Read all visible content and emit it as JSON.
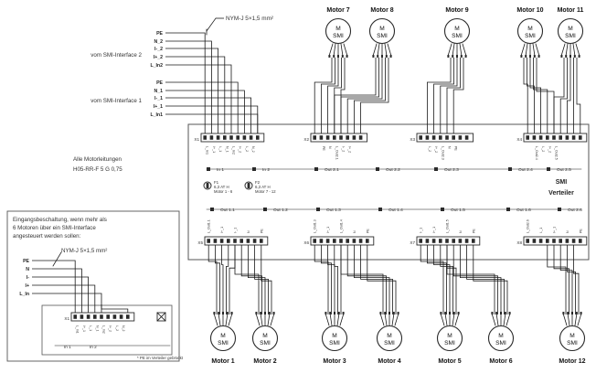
{
  "cable_spec_top": "NYM-J 5×1,5 mm²",
  "cable_spec_inset": "NYM-J 5×1,5 mm²",
  "interface2": {
    "label": "vom SMI-Interface 2",
    "wires": [
      "PE",
      "N_2",
      "I-_2",
      "I+_2",
      "L_In2"
    ]
  },
  "interface1": {
    "label": "vom SMI-Interface 1",
    "wires": [
      "PE",
      "N_1",
      "I-_1",
      "I+_1",
      "L_In1"
    ]
  },
  "motor_cable_note": [
    "Alle Motorleitungen",
    "H05-RR-F 5 G 0,75"
  ],
  "distributor": {
    "title_line1": "SMI",
    "title_line2": "Verteiler",
    "fuse1": {
      "name": "F1",
      "rating": "6,3 AT H",
      "scope": "Motor 1 - 6"
    },
    "fuse2": {
      "name": "F2",
      "rating": "6,3 AT H",
      "scope": "Motor 7 - 12"
    },
    "top_blocks": [
      {
        "id": "X1",
        "pins": [
          "L_In1",
          "I+_1",
          "I-_1",
          "N_1",
          "L_In2",
          "I+_2",
          "I-_2",
          "N_2"
        ]
      },
      {
        "id": "X2",
        "pins": [
          "PE",
          "N",
          "L_Out2.1",
          "I-_2",
          "I+_2"
        ]
      },
      {
        "id": "X3",
        "pins": [
          "I-_2",
          "I+_2",
          "L_Out2.3",
          "N",
          "PE"
        ]
      },
      {
        "id": "X4",
        "pins": [
          "L_Out2.4",
          "I-_2",
          "I+_2",
          "L_Out2.5"
        ]
      }
    ],
    "bottom_blocks": [
      {
        "id": "X5",
        "pins": [
          "L_Out1.1",
          "I+_1",
          "I-_1",
          "N",
          "PE"
        ]
      },
      {
        "id": "X6",
        "pins": [
          "L_Out1.3",
          "I+_1",
          "L_Out1.4",
          "N",
          "PE"
        ]
      },
      {
        "id": "X7",
        "pins": [
          "I-_1",
          "I+_1",
          "L_Out1.5",
          "N",
          "PE"
        ]
      },
      {
        "id": "X8",
        "pins": [
          "L_Out2.6",
          "I-_1",
          "I+_1",
          "N",
          "PE"
        ]
      }
    ],
    "top_rail": [
      "In 1",
      "In 2",
      "Out 2.1",
      "Out 2.2",
      "Out 2.3",
      "Out 2.4",
      "Out 2.5"
    ],
    "bottom_rail": [
      "Out 1.1",
      "Out 1.2",
      "Out 1.3",
      "Out 1.4",
      "Out 1.5",
      "Out 1.6",
      "Out 2.6"
    ]
  },
  "motors_top": [
    "Motor 7",
    "Motor 8",
    "Motor 9",
    "Motor 10",
    "Motor 11"
  ],
  "motors_bottom": [
    "Motor 1",
    "Motor 2",
    "Motor 3",
    "Motor 4",
    "Motor 5",
    "Motor 6",
    "Motor 12"
  ],
  "motor_symbol": {
    "line1": "M",
    "line2": "SMI"
  },
  "motor_pins": [
    "N",
    "L",
    "I+",
    "I-",
    "PE"
  ],
  "inset": {
    "title": [
      "Eingangsbeschaltung, wenn mehr als",
      "6 Motoren über ein SMI-Interface",
      "angesteuert werden sollen:"
    ],
    "wires": [
      "PE",
      "N",
      "I-",
      "I+",
      "L_In"
    ],
    "block_id": "X1",
    "pins": [
      "L_In1",
      "I+_1",
      "I-_1",
      "N_1",
      "L_In2",
      "I+_2",
      "I-_2",
      "N_2"
    ],
    "rail": [
      "In 1",
      "In 2"
    ],
    "footnote": "* PE im Verteiler gebrückt"
  },
  "colors": {
    "line": "#1a1a1a",
    "terminal": "#2b2b2b",
    "box": "#555555",
    "text": "#333333"
  }
}
